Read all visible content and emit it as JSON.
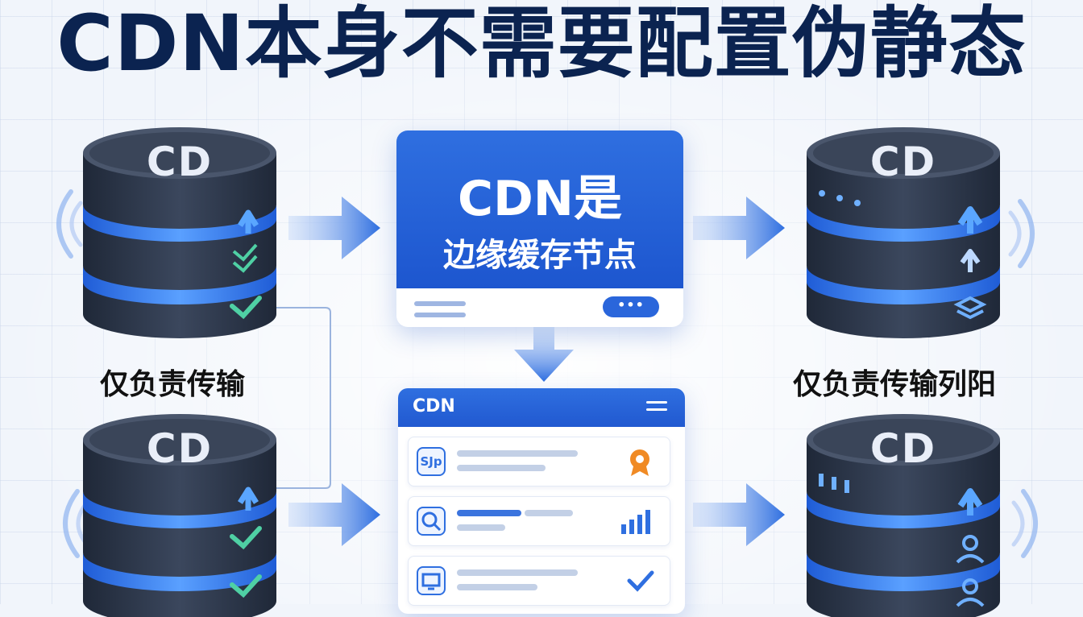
{
  "title": "CDN本身不需要配置伪静态",
  "left_label": "仅负责传输",
  "right_label": "仅负责传输列阳",
  "center_card": {
    "line1": "CDN是",
    "line2": "边缘缓存节点",
    "pill": "•••"
  },
  "panel": {
    "header": "CDN",
    "rows": [
      {
        "icon": "SJp"
      },
      {
        "icon": "search-icon"
      },
      {
        "icon": "monitor-icon"
      }
    ]
  },
  "servers": [
    {
      "id": "top-left",
      "text": "CD"
    },
    {
      "id": "bottom-left",
      "text": "CD"
    },
    {
      "id": "top-right",
      "text": "CD"
    },
    {
      "id": "bottom-right",
      "text": "CD"
    }
  ],
  "colors": {
    "title": "#0b2350",
    "accent_blue": "#2f6fe0",
    "server_dark": "#2e3a4f",
    "server_ring": "#3f86ff",
    "check_green": "#4fd0a4",
    "orange_icon": "#f08a24"
  }
}
